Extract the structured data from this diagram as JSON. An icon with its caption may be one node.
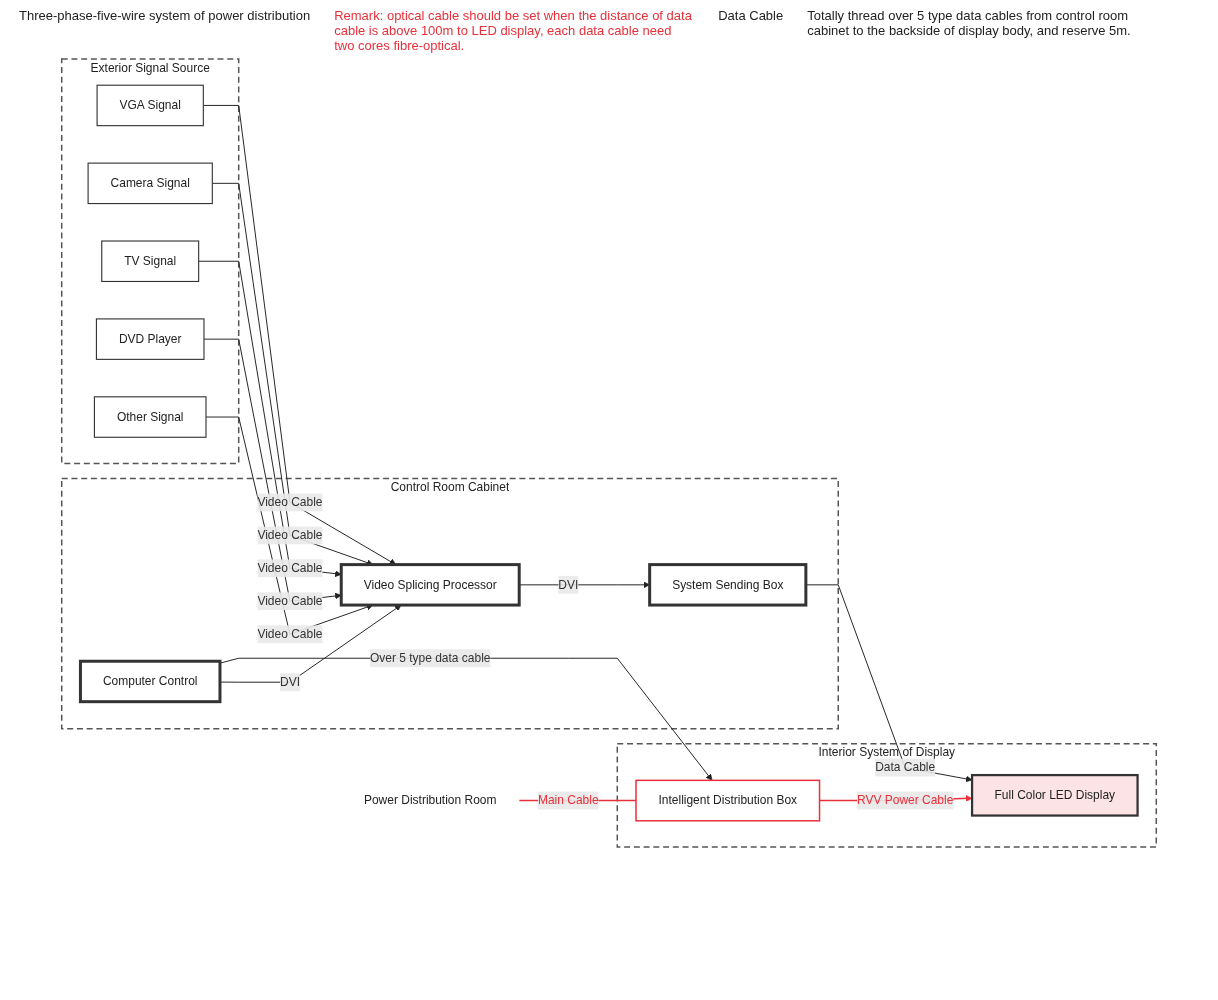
{
  "diagram": {
    "nodes": [
      {
        "text": [
          "Exterior Signal Source"
        ]
      },
      {
        "text": [
          "VGA Signal"
        ],
        "in": 0
      },
      {
        "text": [
          "Camera Signal"
        ],
        "in": 0
      },
      {
        "text": [
          "TV Signal"
        ],
        "in": 0
      },
      {
        "text": [
          "DVD Player"
        ],
        "in": 0
      },
      {
        "text": [
          "Other Signal"
        ],
        "in": 0
      },
      {
        "text": [
          "Interior System of Display"
        ]
      },
      {
        "text": [
          "Full Color LED Display"
        ],
        "in": 6
      },
      {
        "text": [
          "Intelligent Distribution Box"
        ],
        "in": 6
      },
      {
        "text": [
          "Power Distribution Room"
        ]
      },
      {
        "text": [
          "Control Room Cabinet"
        ]
      },
      {
        "text": [
          "Video Splicing Processor"
        ],
        "in": 10
      },
      {
        "text": [
          "System Sending Box"
        ],
        "in": 10
      },
      {
        "text": [
          "Computer Control"
        ],
        "in": 10
      }
    ],
    "edges": [
      {
        "from": 1,
        "to": 11,
        "label": "Video Cable",
        "arrow": "to"
      },
      {
        "from": 2,
        "to": 11,
        "label": "Video Cable",
        "arrow": "to"
      },
      {
        "from": 3,
        "to": 11,
        "label": "Video Cable",
        "arrow": "to"
      },
      {
        "from": 4,
        "to": 11,
        "label": "Video Cable",
        "arrow": "to"
      },
      {
        "from": 5,
        "to": 11,
        "label": "Video Cable",
        "arrow": "to"
      },
      {
        "from": 9,
        "to": 8,
        "label": "Main Cable",
        "arrow": "none",
        "color": "#e8303a"
      },
      {
        "from": 8,
        "to": 7,
        "label": "RVV Power Cable",
        "arrow": "to",
        "color": "#e8303a"
      },
      {
        "from": 11,
        "to": 12,
        "label": "DVI",
        "arrow": "to"
      },
      {
        "from": 12,
        "to": 7,
        "label": "Data Cable",
        "arrow": "to"
      },
      {
        "from": 13,
        "to": 11,
        "label": "DVI",
        "arrow": "to"
      },
      {
        "from": 13,
        "to": 8,
        "label": "Over 5 type data cable",
        "arrow": "to"
      }
    ],
    "labels": [
      "Three-phase-five-wire system of power distribution",
      "Remark: optical cable should be set when the distance of data cable is above 100m to LED display, each data cable need two cores fibre-optical.",
      "Data Cable",
      "Totally thread over 5 type data cables from control room cabinet to the backside of display body, and reserve 5m."
    ]
  }
}
